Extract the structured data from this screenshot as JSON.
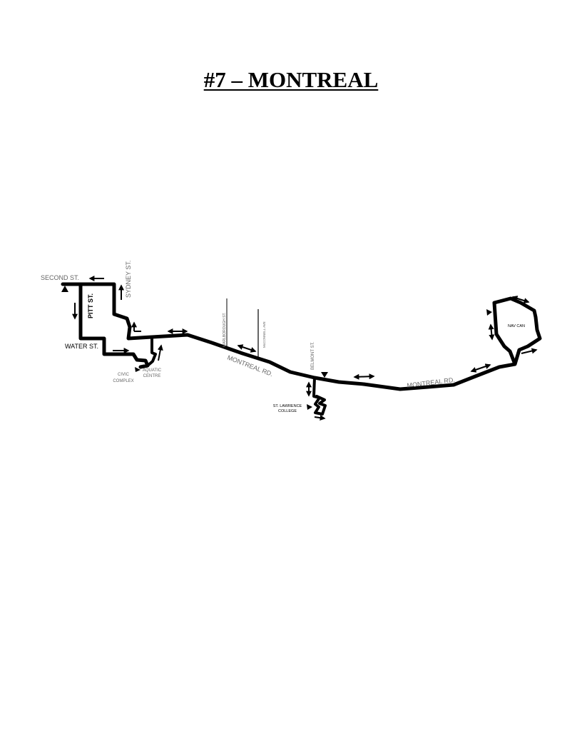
{
  "page": {
    "title": "#7 – MONTREAL"
  },
  "colors": {
    "route": "#000000",
    "label": "#000000",
    "secondary_label": "#666666",
    "background": "#ffffff"
  },
  "map": {
    "streets": {
      "second": "SECOND ST.",
      "pitt": "PITT ST.",
      "sydney": "SYDNEY ST.",
      "water": "WATER ST.",
      "marlborough": "MARLBOROUGH ST.",
      "mcconnell": "McCONNELL AVE",
      "belmont": "BELMONT ST.",
      "montreal_west": "MONTREAL RD.",
      "montreal_east": "MONTREAL RD."
    },
    "landmarks": {
      "civic_line1": "CIVIC",
      "civic_line2": "COMPLEX",
      "aquatic_line1": "AQUATIC",
      "aquatic_line2": "CENTRE",
      "college_line1": "ST. LAWRENCE",
      "college_line2": "COLLEGE",
      "navcan": "NAV CAN"
    },
    "icons": [
      "direction-arrow-icon",
      "bus-stop-triangle-icon"
    ]
  }
}
